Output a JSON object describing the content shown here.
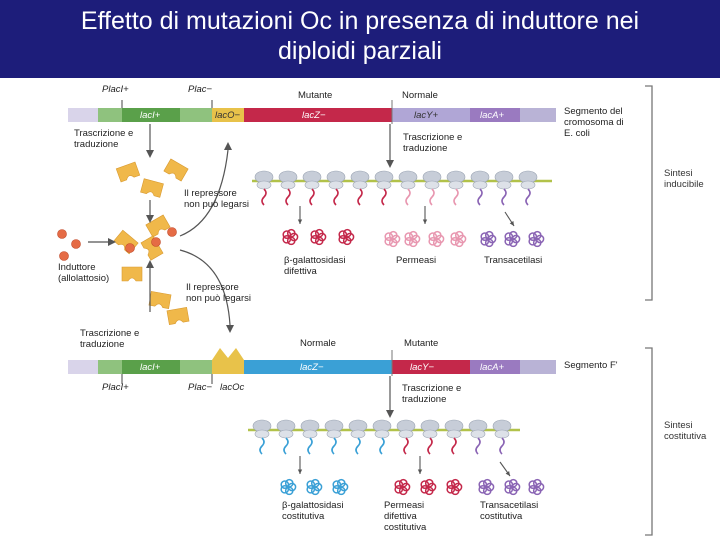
{
  "title": {
    "line1": "Effetto di mutazioni Oc in presenza di induttore nei",
    "line2": "diploidi parziali"
  },
  "top_chromosome": {
    "promoter_i": "PlacI+",
    "promoter_lac": "Plac−",
    "gene_i": "lacI+",
    "operator": "lacO−",
    "gene_z": "lacZ−",
    "gene_y": "lacY+",
    "gene_a": "lacA+",
    "status_z": "Mutante",
    "status_y": "Normale",
    "segment_label": "Segmento del\ncromosoma di\nE. coli",
    "transcription_i": "Trascrizione e\ntraduzione",
    "transcription_y": "Trascrizione e\ntraduzione",
    "products": [
      "β-galattosidasi\ndifettiva",
      "Permeasi",
      "Transacetilasi"
    ]
  },
  "middle": {
    "repressor_note_top": "Il repressore\nnon può legarsi",
    "inducer": "Induttore\n(allolattosio)",
    "repressor_note_bottom": "Il repressore\nnon può legarsi"
  },
  "bottom_plasmid": {
    "transcription_i": "Trascrizione e\ntraduzione",
    "promoter_i": "PlacI+",
    "promoter_lac": "Plac−",
    "gene_i": "lacI+",
    "operator": "lacOc",
    "gene_z": "lacZ−",
    "gene_y": "lacY−",
    "gene_a": "lacA+",
    "status_z": "Normale",
    "status_y": "Mutante",
    "segment_label": "Segmento F'",
    "transcription_y": "Trascrizione e\ntraduzione",
    "products": [
      "β-galattosidasi\ncostitutiva",
      "Permeasi\ndifettiva\ncostitutiva",
      "Transacetilasi\ncostitutiva"
    ]
  },
  "side_labels": {
    "inducible": "Sintesi\ninducibile",
    "constitutive": "Sintesi\ncostitutiva"
  },
  "colors": {
    "title_bg": "#1d1d7a",
    "gene_i": "#5aa04a",
    "operator": "#e8c24a",
    "gene_z_mut": "#c4284a",
    "gene_z_norm": "#3aa0d6",
    "gene_y_mut": "#c4284a",
    "gene_y_norm": "#b0a6d6",
    "gene_a": "#9a7ac0",
    "repressor": "#f0b84a",
    "inducer": "#e56b45",
    "mrna_red": "#c4284a",
    "mrna_blue": "#3aa0d6",
    "mrna_pink": "#e897b0",
    "mrna_purple": "#8a64b4",
    "ribosome": "#c7cdd8"
  }
}
